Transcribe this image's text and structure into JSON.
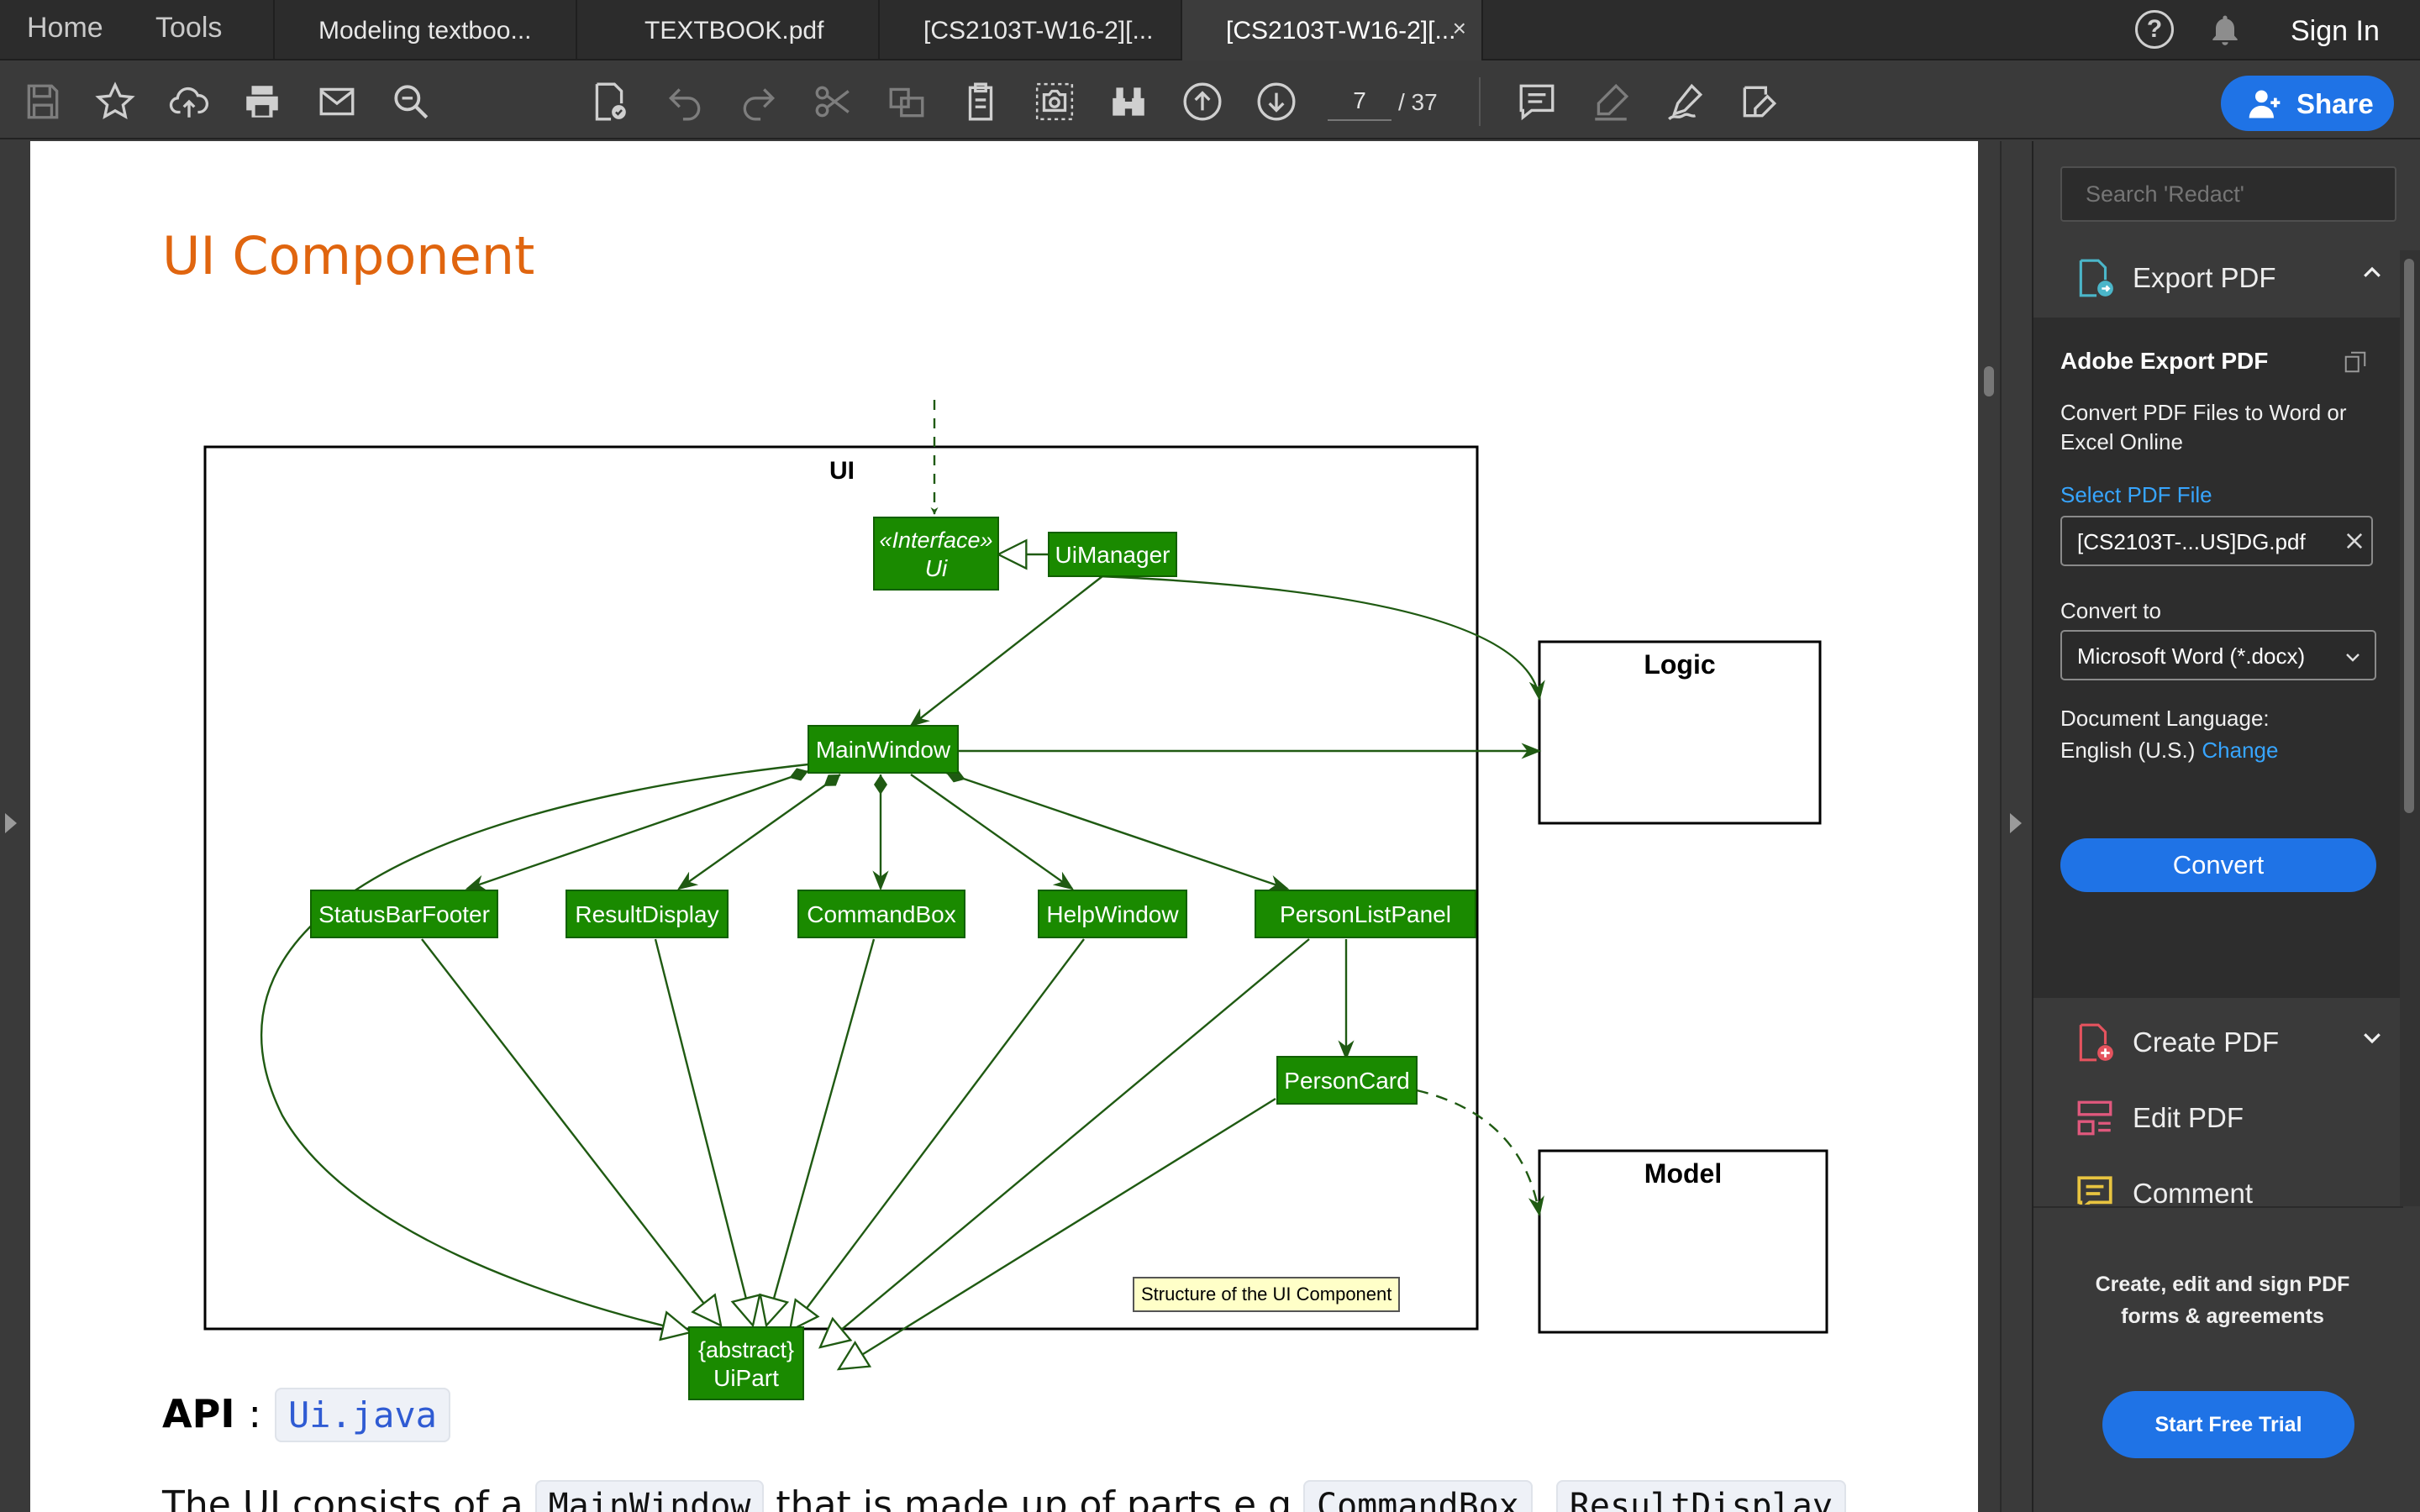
{
  "nav": {
    "home": "Home",
    "tools": "Tools"
  },
  "tabs": [
    {
      "label": "Modeling textboo..."
    },
    {
      "label": "TEXTBOOK.pdf"
    },
    {
      "label": "[CS2103T-W16-2][..."
    },
    {
      "label": "[CS2103T-W16-2][...",
      "close": "×"
    }
  ],
  "header": {
    "sign_in": "Sign In",
    "help_glyph": "?"
  },
  "toolbar": {
    "current_page": "7",
    "total_pages": "/ 37",
    "share_label": "Share"
  },
  "document": {
    "title": "UI Component",
    "api_label": "API",
    "api_sep": ":",
    "api_code": "Ui.java",
    "body": {
      "t1": "The UI consists of a ",
      "c1": "MainWindow",
      "t2": " that is made up of parts e.g.",
      "c2": "CommandBox",
      "t3": ", ",
      "c3": "ResultDisplay"
    },
    "caption": "Structure of the UI Component"
  },
  "diagram": {
    "ui_label": "UI",
    "logic_label": "Logic",
    "model_label": "Model",
    "interface_stereo": "«Interface»",
    "interface_name": "Ui",
    "uimanager": "UiManager",
    "mainwindow": "MainWindow",
    "statusbar": "StatusBarFooter",
    "resultdisplay": "ResultDisplay",
    "commandbox": "CommandBox",
    "helpwindow": "HelpWindow",
    "personlist": "PersonListPanel",
    "personcard": "PersonCard",
    "uipart_stereo": "{abstract}",
    "uipart_name": "UiPart",
    "node_color": "#1a8a00",
    "edge_color": "#1f5a12"
  },
  "right_pane": {
    "search_placeholder": "Search 'Redact'",
    "export_tool": "Export PDF",
    "export_title": "Adobe Export PDF",
    "export_desc": "Convert PDF Files to Word or Excel Online",
    "select_file": "Select PDF File",
    "file_name": "[CS2103T-...US]DG.pdf",
    "convert_to": "Convert to",
    "format": "Microsoft Word (*.docx)",
    "doc_lang_label": "Document Language:",
    "doc_lang_value": "English (U.S.)",
    "change": "Change",
    "convert_btn": "Convert",
    "create_pdf": "Create PDF",
    "edit_pdf": "Edit PDF",
    "comment": "Comment",
    "promo": "Create, edit and sign PDF forms & agreements",
    "trial": "Start Free Trial"
  }
}
